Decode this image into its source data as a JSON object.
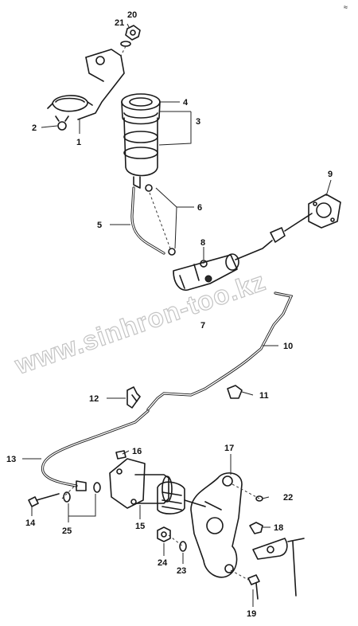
{
  "corner_mark": "≈",
  "watermark": "www.sinhron-too.kz",
  "callouts": {
    "c1": "1",
    "c2": "2",
    "c3": "3",
    "c4": "4",
    "c5": "5",
    "c6": "6",
    "c7": "7",
    "c8": "8",
    "c9": "9",
    "c10": "10",
    "c11": "11",
    "c12": "12",
    "c13": "13",
    "c14": "14",
    "c15": "15",
    "c16": "16",
    "c17": "17",
    "c18": "18",
    "c19": "19",
    "c20": "20",
    "c21": "21",
    "c22": "22",
    "c23": "23",
    "c24": "24",
    "c25": "25"
  }
}
